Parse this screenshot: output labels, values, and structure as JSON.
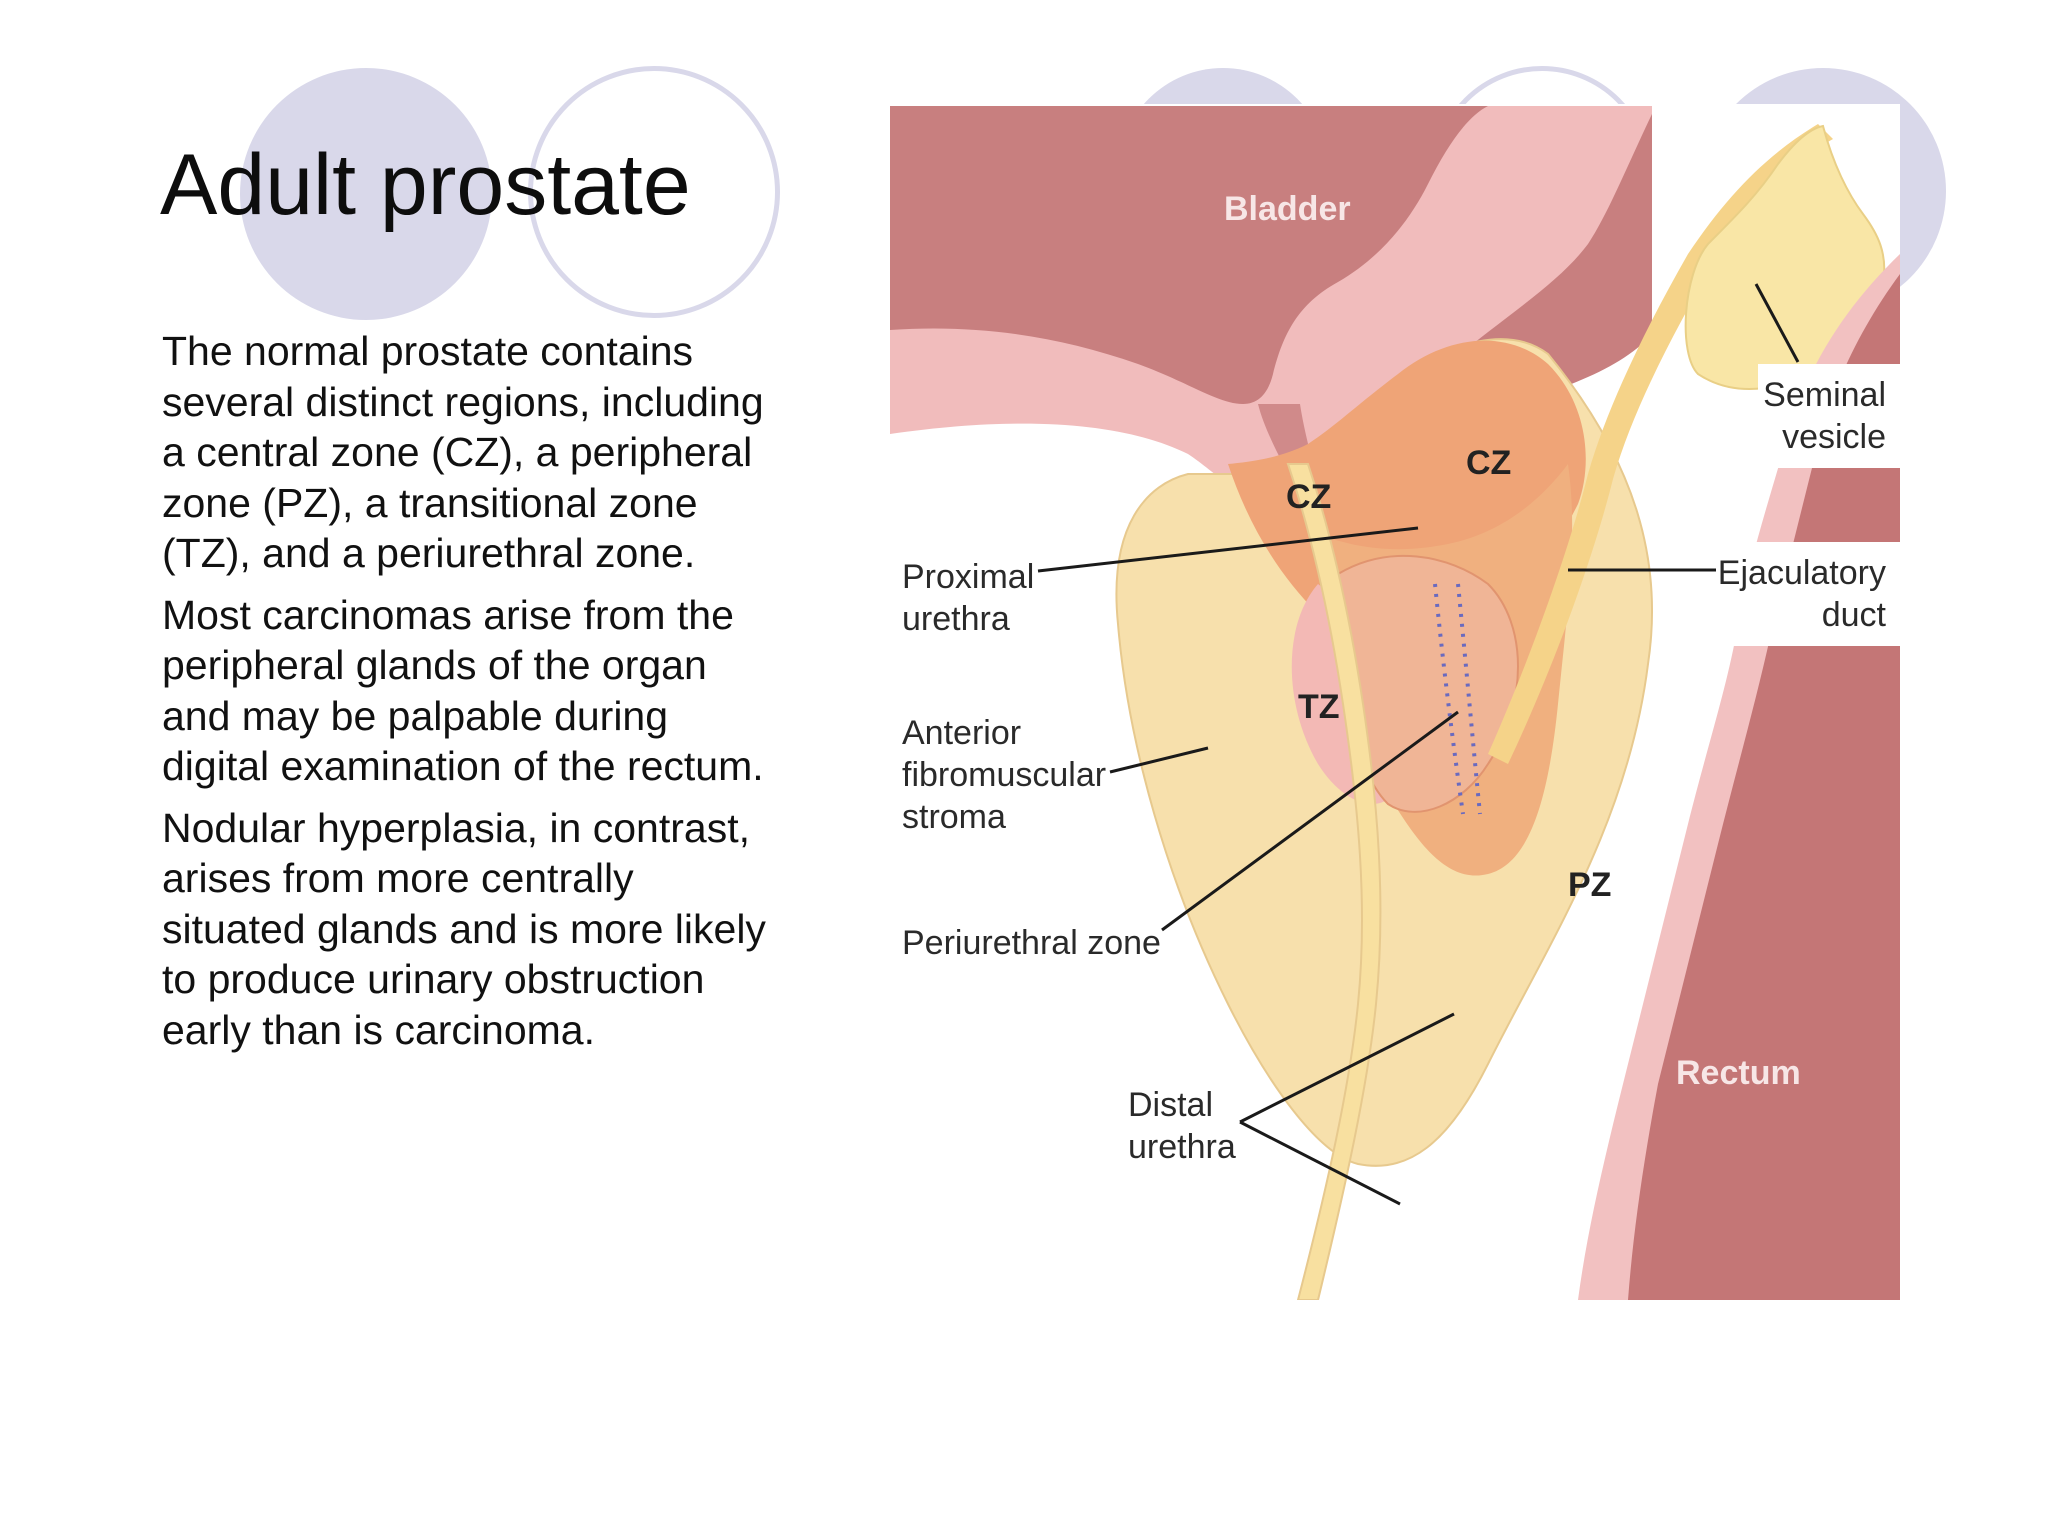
{
  "slide": {
    "title": "Adult prostate",
    "paragraphs": [
      "The normal prostate contains several distinct regions, including a central zone (CZ), a peripheral zone (PZ), a transitional zone (TZ), and a periurethral zone.",
      "Most carcinomas arise from the peripheral glands of the organ and may be palpable during digital examination of the rectum.",
      "Nodular hyperplasia, in contrast, arises from more centrally situated glands and is more likely to produce urinary obstruction early than is carcinoma."
    ]
  },
  "diagram": {
    "organs": {
      "bladder": "Bladder",
      "rectum": "Rectum"
    },
    "zones": {
      "cz_left": "CZ",
      "cz_right": "CZ",
      "tz": "TZ",
      "pz": "PZ"
    },
    "labels": {
      "proximal_urethra_1": "Proximal",
      "proximal_urethra_2": "urethra",
      "anterior_1": "Anterior",
      "anterior_2": "fibromuscular",
      "anterior_3": "stroma",
      "periurethral_zone": "Periurethral zone",
      "distal_urethra_1": "Distal",
      "distal_urethra_2": "urethra",
      "seminal_vesicle_1": "Seminal",
      "seminal_vesicle_2": "vesicle",
      "ejaculatory_duct_1": "Ejaculatory",
      "ejaculatory_duct_2": "duct"
    },
    "colors": {
      "bladder": "#c87f7f",
      "bladder_lumen": "#f1bcbc",
      "prostate_outer": "#f7e0ac",
      "central_zone": "#efa477",
      "transitional_zone": "#f0b596",
      "rectum": "#c47676",
      "seminal_vesicle": "#f9e6a6"
    }
  }
}
